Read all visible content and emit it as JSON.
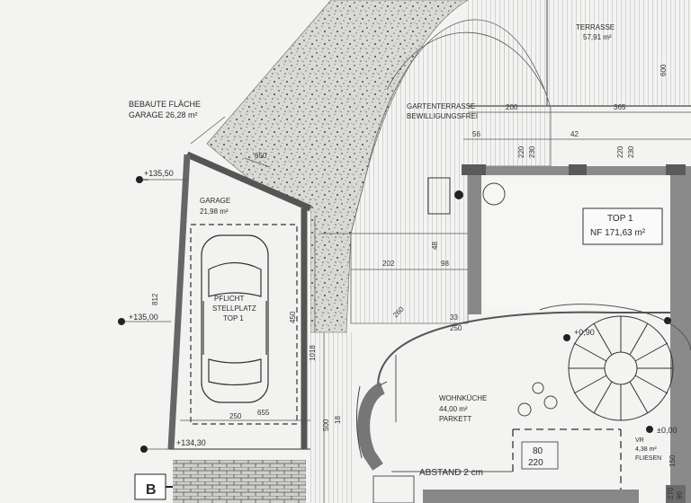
{
  "labels": {
    "terrasse_title": "TERRASSE",
    "terrasse_area": "57,91 m²",
    "bebaute_line1": "BEBAUTE FLÄCHE",
    "bebaute_line2": "GARAGE 26,28 m²",
    "garten_line1": "GARTENTERRASSE",
    "garten_line2": "BEWILLIGUNGSFREI",
    "garage_title": "GARAGE",
    "garage_area": "21,98 m²",
    "pflicht_line1": "PFLICHT",
    "pflicht_line2": "STELLPLATZ",
    "pflicht_line3": "TOP 1",
    "top_title": "TOP 1",
    "top_area": "NF 171,63 m²",
    "wohn_title": "WOHNKÜCHE",
    "wohn_area": "44,00 m²",
    "wohn_floor": "PARKETT",
    "abstand": "ABSTAND 2 cm",
    "vr_title": "VR",
    "vr_area": "4,38 m²",
    "vr_floor": "FLIESEN",
    "door_w": "80",
    "door_h": "220",
    "section_mark": "B"
  },
  "elevations": {
    "e1": "+135,50",
    "e2": "+135,00",
    "e3": "+134,30",
    "e4": "+0,90",
    "e5": "±0,00"
  },
  "dimensions": {
    "d200": "200",
    "d365": "365",
    "d600": "600",
    "d56": "56",
    "d220a": "220",
    "d230a": "230",
    "d42": "42",
    "d220b": "220",
    "d230b": "230",
    "d650": "650",
    "d202": "202",
    "d98": "98",
    "d48": "48",
    "d260": "260",
    "d33": "33",
    "d250": "250",
    "d812": "812",
    "d450": "450",
    "d1018": "1018",
    "d250b": "250",
    "d655": "655",
    "d500": "500",
    "d18": "18",
    "d150": "150",
    "d270": "270",
    "d90": "90"
  }
}
